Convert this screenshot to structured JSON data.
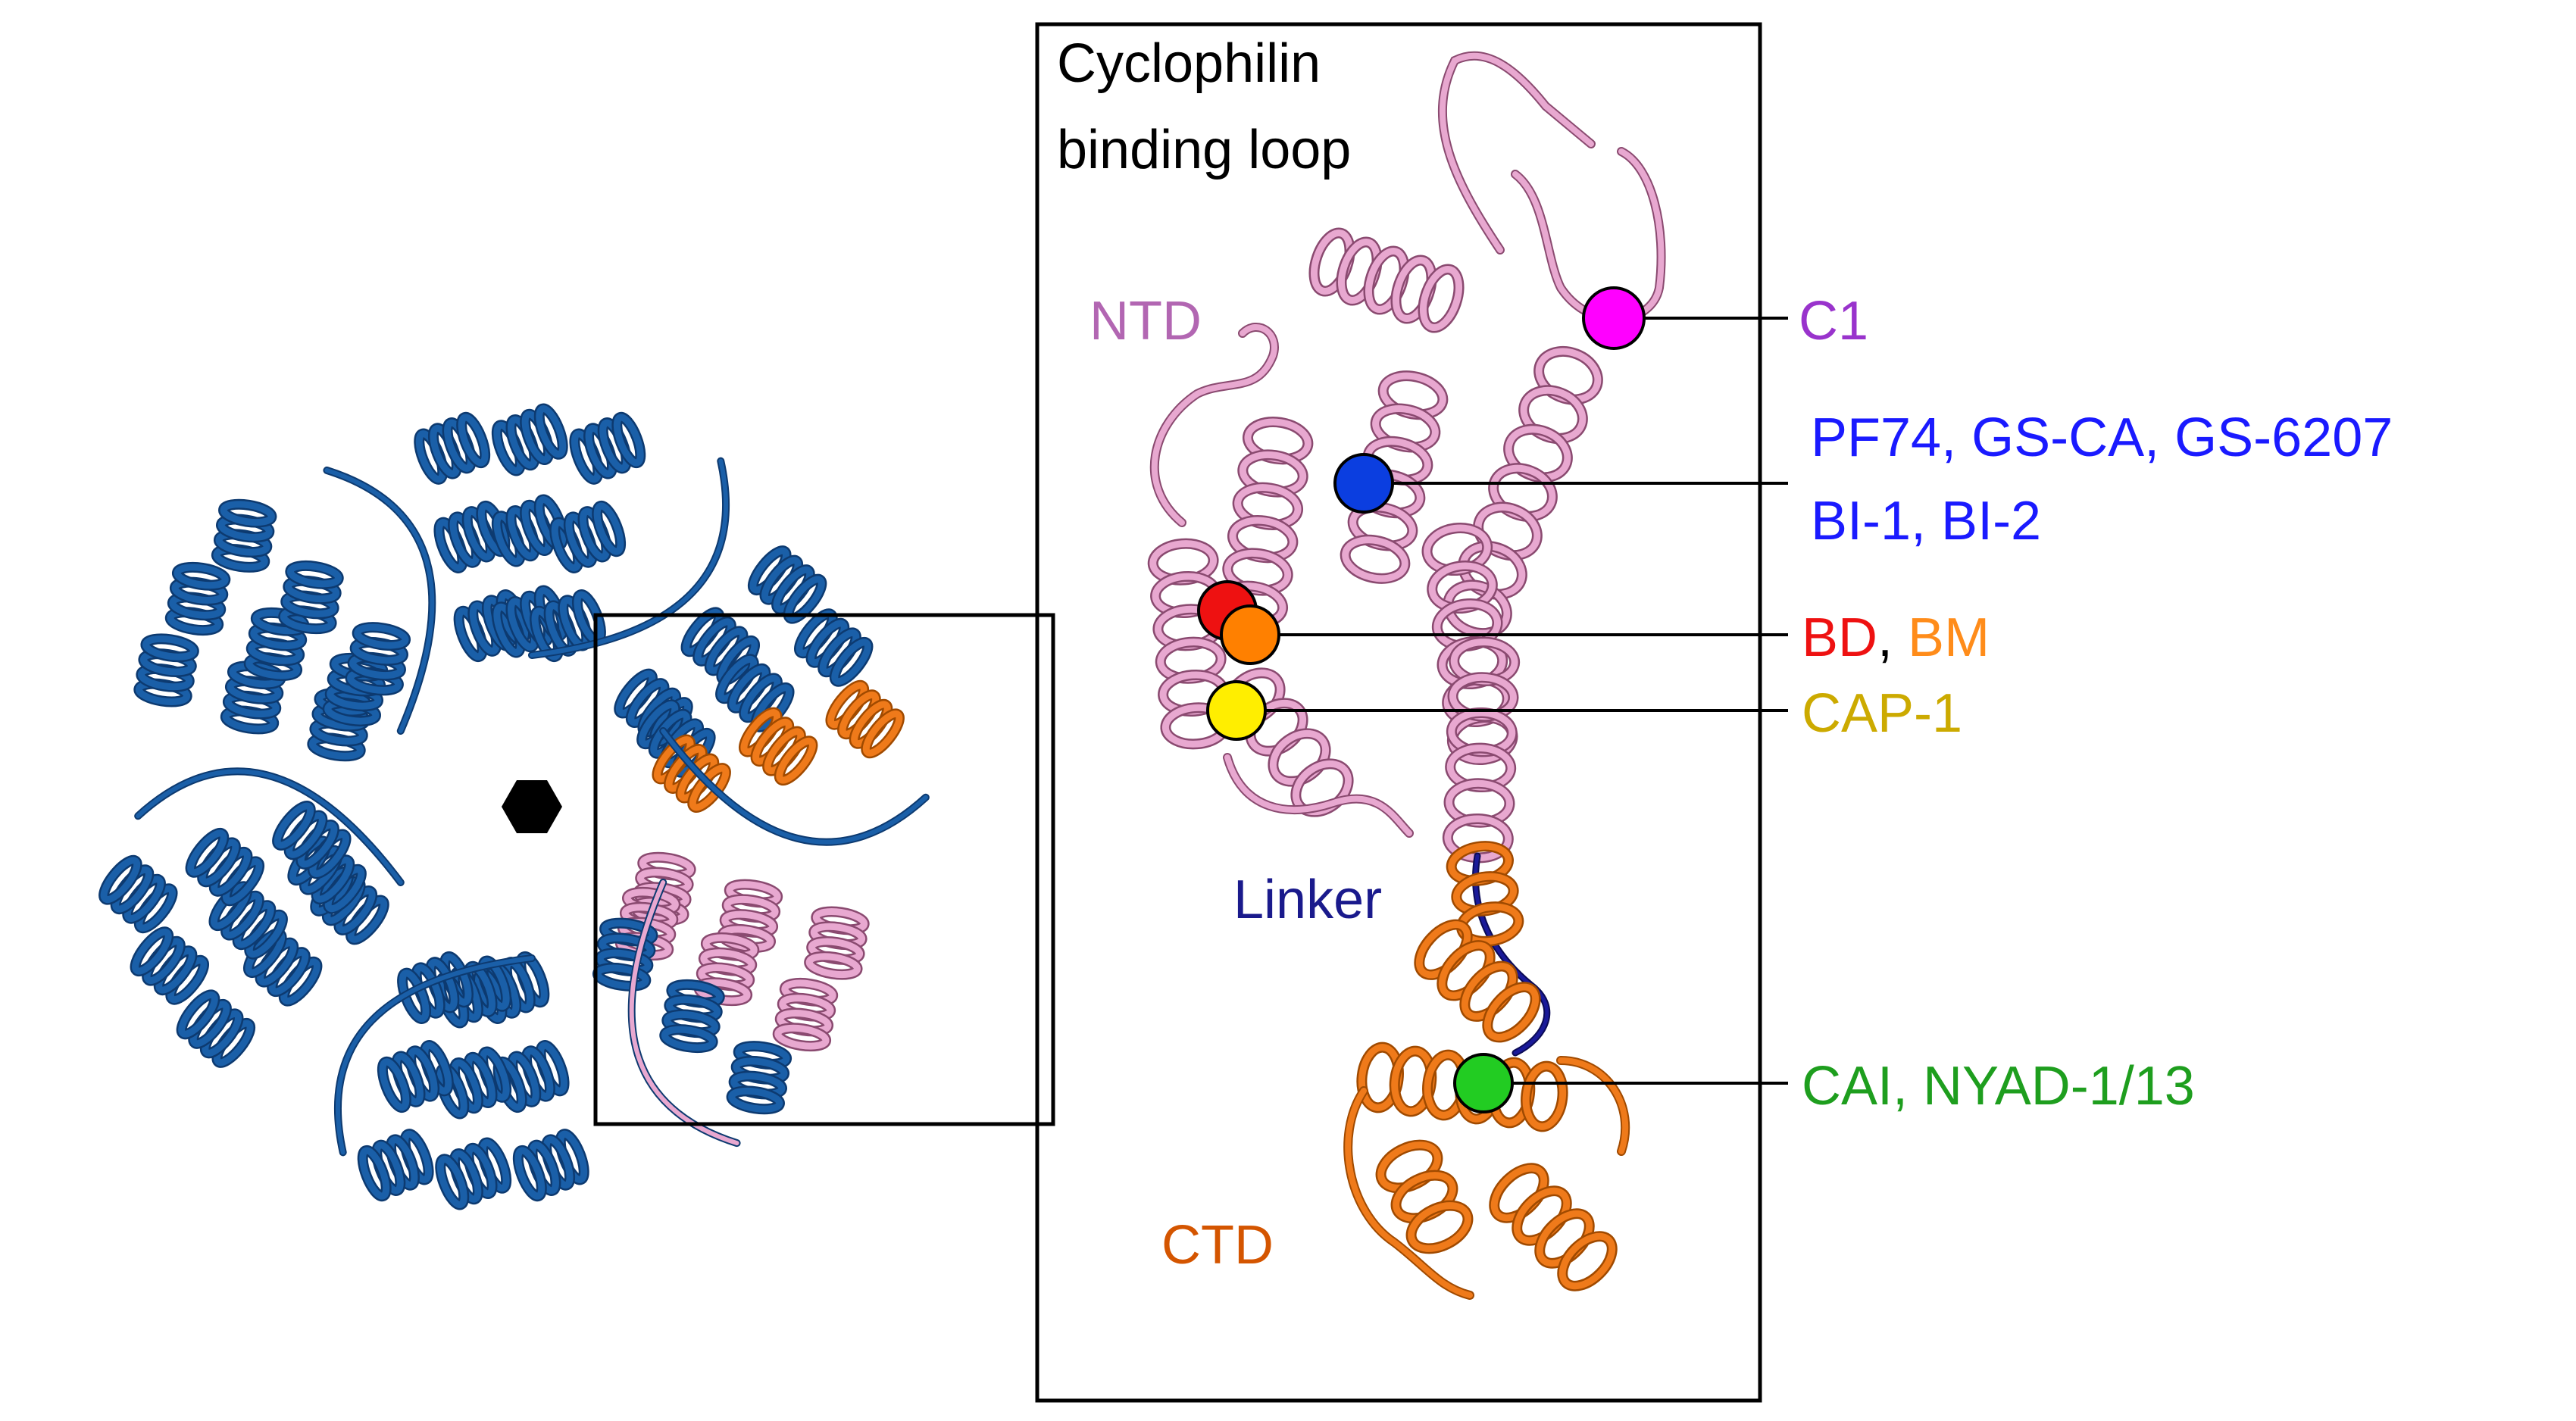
{
  "figure": {
    "hexamer_symbol": "hexagon",
    "monomer": {
      "region_labels": {
        "top": "Cyclophilin",
        "bottom": "binding loop",
        "ntd": "NTD",
        "linker": "Linker",
        "ctd": "CTD"
      },
      "sites": [
        {
          "key": "c1",
          "marker_color": "#ff00ff",
          "parts": [
            {
              "text": "C1",
              "color": "#9933cc"
            }
          ]
        },
        {
          "key": "pf74",
          "marker_color": "#0b3ee0",
          "parts": [
            {
              "text": "PF74, GS-CA, GS-6207",
              "color": "#1a1aff"
            }
          ],
          "parts2": [
            {
              "text": "BI-1, BI-2",
              "color": "#1a1aff"
            }
          ]
        },
        {
          "key": "bd-bm",
          "marker_color": "#ff8000",
          "marker_color_2": "#ee1111",
          "parts": [
            {
              "text": "BD",
              "color": "#ee1111"
            },
            {
              "text": ", ",
              "color": "#000000"
            },
            {
              "text": "BM",
              "color": "#ff8c1a"
            }
          ]
        },
        {
          "key": "cap1",
          "marker_color": "#ffee00",
          "parts": [
            {
              "text": "CAP-1",
              "color": "#ccaa00"
            }
          ]
        },
        {
          "key": "cai",
          "marker_color": "#22cc22",
          "parts": [
            {
              "text": "CAI, NYAD-1/13",
              "color": "#1e9e1e"
            }
          ]
        }
      ]
    },
    "colors": {
      "hexamer": "#1a5fa8",
      "hexamer_dark": "#0d3a70",
      "ntd_pink": "#e8a8d0",
      "ntd_pink_dark": "#8a4a70",
      "ctd_orange": "#ef7a1a",
      "ctd_orange_dark": "#a04a00",
      "linker_navy": "#1a1a99",
      "ntd_label": "#b266b2",
      "ctd_label": "#d45500",
      "linker_label": "#1a1a8c"
    }
  }
}
